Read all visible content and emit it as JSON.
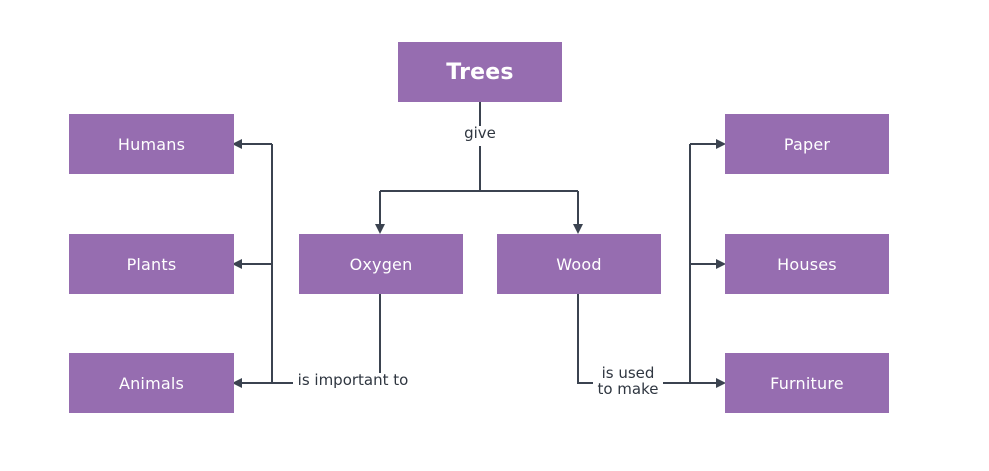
{
  "nodes": {
    "trees": "Trees",
    "humans": "Humans",
    "plants": "Plants",
    "animals": "Animals",
    "oxygen": "Oxygen",
    "wood": "Wood",
    "paper": "Paper",
    "houses": "Houses",
    "furniture": "Furniture"
  },
  "edges": {
    "give": "give",
    "important": "is important to",
    "used_line1": "is used",
    "used_line2": "to make"
  },
  "colors": {
    "node_fill": "#966db0",
    "node_text": "#ffffff",
    "connector": "#3b4350",
    "label_text": "#2f3640",
    "background": "#ffffff"
  }
}
